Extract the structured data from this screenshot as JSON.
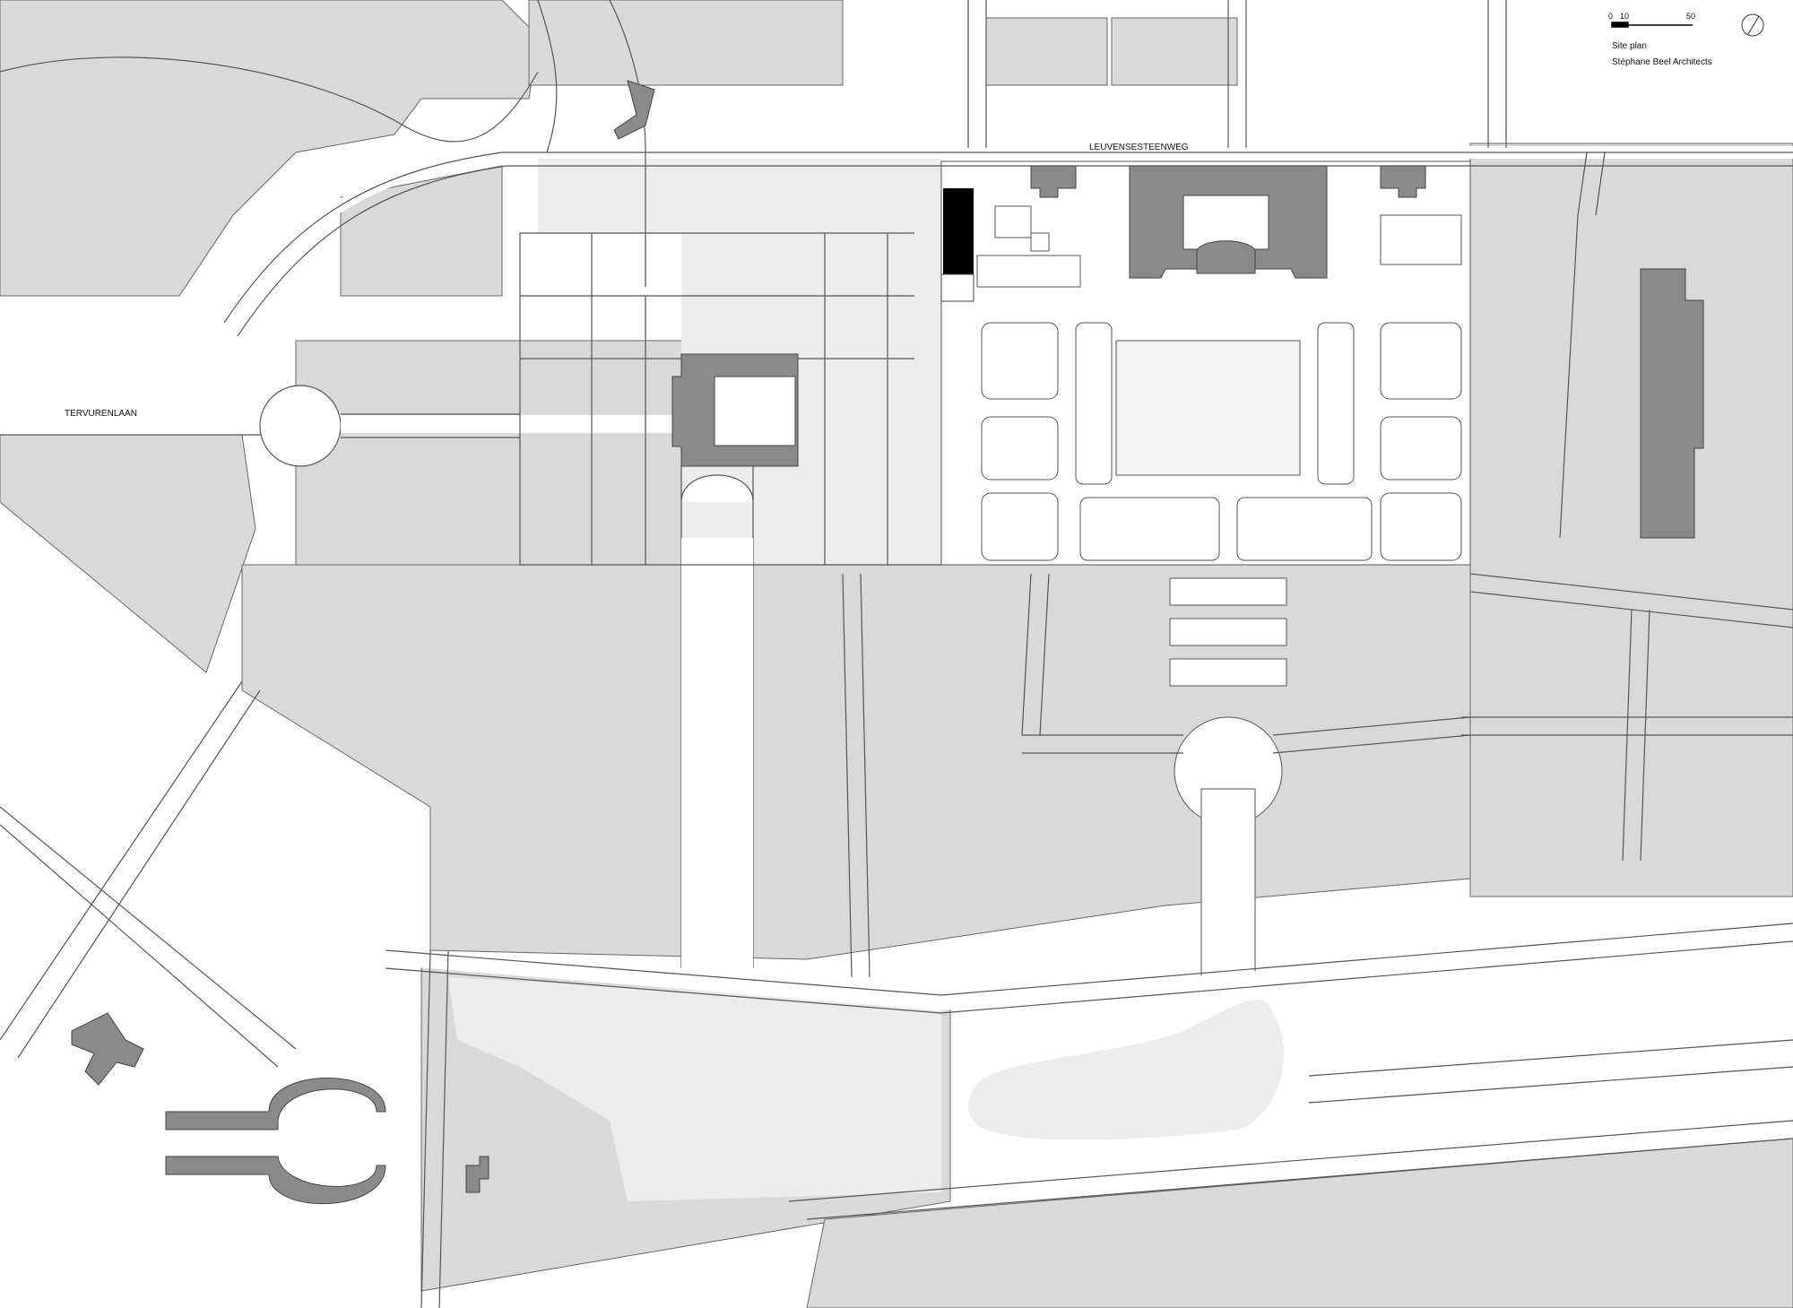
{
  "legend": {
    "scale": {
      "zero": "0",
      "mid": "10",
      "max": "50"
    },
    "title": "Site plan",
    "credit": "Stéphane Beel Architects"
  },
  "map": {
    "north_arrow": "north-arrow-icon",
    "streets": {
      "north": "LEUVENSESTEENWEG",
      "west": "TERVURENLAAN"
    },
    "colors": {
      "background": "#ffffff",
      "park": "#d9d9d9",
      "light_park": "#e8e8e8",
      "building": "#8a8a8a",
      "new_building": "#000000",
      "path_line": "#555555"
    }
  }
}
